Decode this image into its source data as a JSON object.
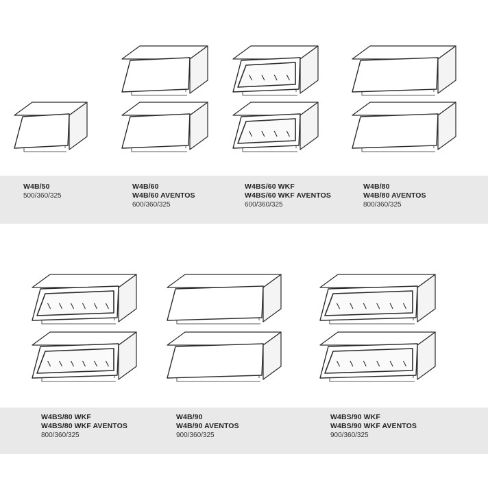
{
  "colors": {
    "band": "#e9e9e9",
    "stroke": "#2a2a2a",
    "face": "#ffffff",
    "side": "#f4f4f4",
    "glass": "#fafafa"
  },
  "cabinets": [
    {
      "stack": [
        "plain"
      ],
      "names": [
        "W4B/50"
      ],
      "dims": "500/360/325"
    },
    {
      "stack": [
        "plain",
        "plain"
      ],
      "names": [
        "W4B/60",
        "W4B/60 AVENTOS"
      ],
      "dims": "600/360/325"
    },
    {
      "stack": [
        "glass",
        "glass"
      ],
      "names": [
        "W4BS/60 WKF",
        "W4BS/60 WKF AVENTOS"
      ],
      "dims": "600/360/325"
    },
    {
      "stack": [
        "plain",
        "plain"
      ],
      "names": [
        "W4B/80",
        "W4B/80 AVENTOS"
      ],
      "dims": "800/360/325"
    },
    {
      "stack": [
        "glass",
        "glass"
      ],
      "names": [
        "W4BS/80 WKF",
        "W4BS/80 WKF AVENTOS"
      ],
      "dims": "800/360/325"
    },
    {
      "stack": [
        "plain",
        "plain"
      ],
      "names": [
        "W4B/90",
        "W4B/90 AVENTOS"
      ],
      "dims": "900/360/325"
    },
    {
      "stack": [
        "glass",
        "glass"
      ],
      "names": [
        "W4BS/90 WKF",
        "W4BS/90 WKF AVENTOS"
      ],
      "dims": "900/360/325"
    }
  ]
}
